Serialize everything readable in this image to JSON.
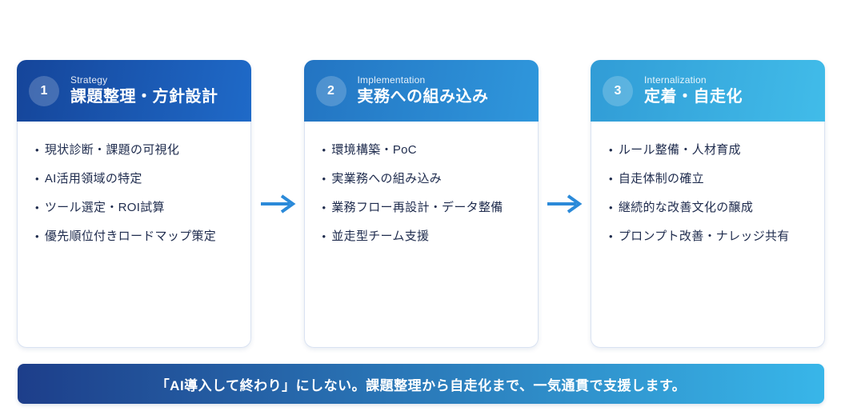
{
  "ui": {
    "bullet_char": "•"
  },
  "steps": [
    {
      "number": "1",
      "label_en": "Strategy",
      "title": "課題整理・方針設計",
      "items": [
        "現状診断・課題の可視化",
        "AI活用領域の特定",
        "ツール選定・ROI試算",
        "優先順位付きロードマップ策定"
      ],
      "colors": {
        "header_start": "#15459a",
        "header_end": "#1f6ac8"
      }
    },
    {
      "number": "2",
      "label_en": "Implementation",
      "title": "実務への組み込み",
      "items": [
        "環境構築・PoC",
        "実業務への組み込み",
        "業務フロー再設計・データ整備",
        "並走型チーム支援"
      ],
      "colors": {
        "header_start": "#2374c2",
        "header_end": "#2f97dc"
      }
    },
    {
      "number": "3",
      "label_en": "Internalization",
      "title": "定着・自走化",
      "items": [
        "ルール整備・人材育成",
        "自走体制の確立",
        "継続的な改善文化の醸成",
        "プロンプト改善・ナレッジ共有"
      ],
      "colors": {
        "header_start": "#319cd6",
        "header_end": "#41bce9"
      }
    }
  ],
  "banner": {
    "text": "「AI導入して終わり」にしない。課題整理から自走化まで、一気通貫で支援します。",
    "gradient_start": "#1d3e8a",
    "gradient_end": "#38b6e9"
  },
  "colors": {
    "arrow": "#2b8ad9",
    "card_border": "#d9e2f2",
    "body_text": "#1e2b4d"
  }
}
